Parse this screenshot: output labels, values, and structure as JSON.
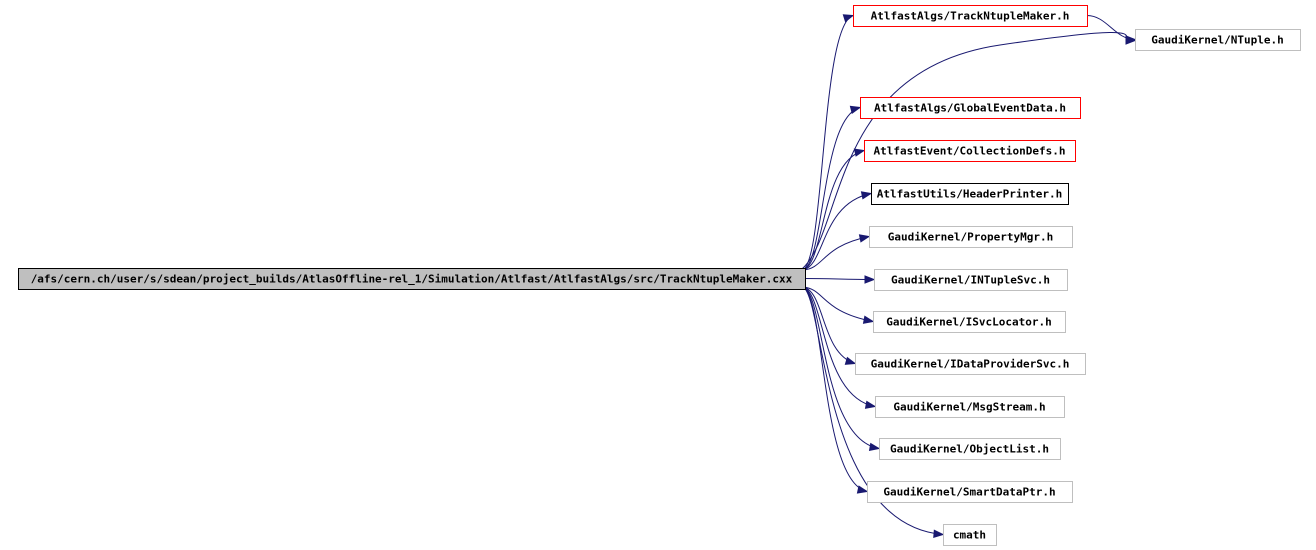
{
  "root": {
    "label": "/afs/cern.ch/user/s/sdean/project_builds/AtlasOffline-rel_1/Simulation/Atlfast/AtlfastAlgs/src/TrackNtupleMaker.cxx",
    "fill": "#bfbfbf",
    "border": "#000000"
  },
  "nodes": [
    {
      "id": "tracknt",
      "label": "AtlfastAlgs/TrackNtupleMaker.h",
      "border": "#ff0000"
    },
    {
      "id": "ntuple",
      "label": "GaudiKernel/NTuple.h",
      "border": "#bfbfbf"
    },
    {
      "id": "globalev",
      "label": "AtlfastAlgs/GlobalEventData.h",
      "border": "#ff0000"
    },
    {
      "id": "colldefs",
      "label": "AtlfastEvent/CollectionDefs.h",
      "border": "#ff0000"
    },
    {
      "id": "headerpr",
      "label": "AtlfastUtils/HeaderPrinter.h",
      "border": "#000000"
    },
    {
      "id": "propmgr",
      "label": "GaudiKernel/PropertyMgr.h",
      "border": "#bfbfbf"
    },
    {
      "id": "intuple",
      "label": "GaudiKernel/INTupleSvc.h",
      "border": "#bfbfbf"
    },
    {
      "id": "isvcloc",
      "label": "GaudiKernel/ISvcLocator.h",
      "border": "#bfbfbf"
    },
    {
      "id": "idataprov",
      "label": "GaudiKernel/IDataProviderSvc.h",
      "border": "#bfbfbf"
    },
    {
      "id": "msgstream",
      "label": "GaudiKernel/MsgStream.h",
      "border": "#bfbfbf"
    },
    {
      "id": "objlist",
      "label": "GaudiKernel/ObjectList.h",
      "border": "#bfbfbf"
    },
    {
      "id": "smartptr",
      "label": "GaudiKernel/SmartDataPtr.h",
      "border": "#bfbfbf"
    },
    {
      "id": "cmath",
      "label": "cmath",
      "border": "#bfbfbf"
    }
  ],
  "edges": [
    {
      "from": "root",
      "to": "tracknt"
    },
    {
      "from": "root",
      "to": "ntuple"
    },
    {
      "from": "tracknt",
      "to": "ntuple"
    },
    {
      "from": "root",
      "to": "globalev"
    },
    {
      "from": "root",
      "to": "colldefs"
    },
    {
      "from": "root",
      "to": "headerpr"
    },
    {
      "from": "root",
      "to": "propmgr"
    },
    {
      "from": "root",
      "to": "intuple"
    },
    {
      "from": "root",
      "to": "isvcloc"
    },
    {
      "from": "root",
      "to": "idataprov"
    },
    {
      "from": "root",
      "to": "msgstream"
    },
    {
      "from": "root",
      "to": "objlist"
    },
    {
      "from": "root",
      "to": "smartptr"
    },
    {
      "from": "root",
      "to": "cmath"
    }
  ],
  "colors": {
    "edge": "#191970",
    "background": "#ffffff"
  }
}
